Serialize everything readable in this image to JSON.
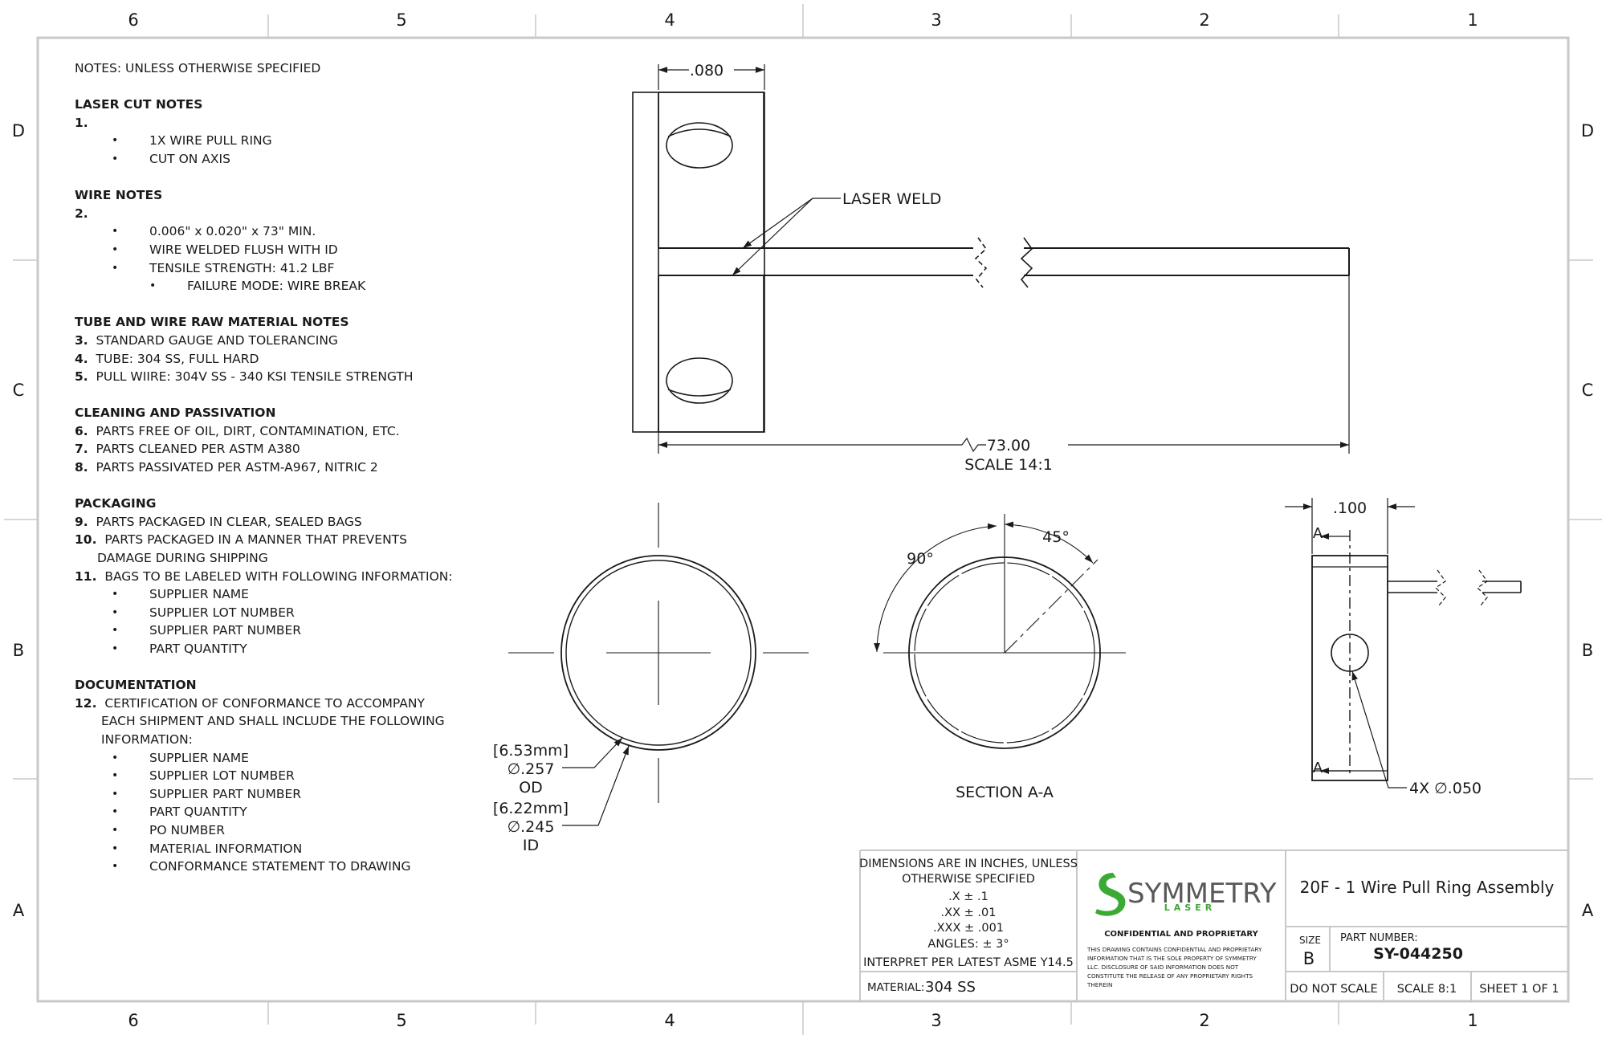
{
  "zones": {
    "columns": [
      "6",
      "5",
      "4",
      "3",
      "2",
      "1"
    ],
    "rows": [
      "D",
      "C",
      "B",
      "A"
    ]
  },
  "notes": {
    "title": "NOTES: UNLESS OTHERWISE SPECIFIED",
    "laser_cut": {
      "heading": "LASER CUT NOTES",
      "num": "1.",
      "items": [
        "1X WIRE PULL RING",
        "CUT ON AXIS"
      ]
    },
    "wire": {
      "heading": "WIRE NOTES",
      "num": "2.",
      "items": [
        "0.006\" x 0.020\" x 73\" MIN.",
        "WIRE WELDED FLUSH WITH ID",
        "TENSILE STRENGTH: 41.2 LBF"
      ],
      "subitem": "FAILURE MODE: WIRE BREAK"
    },
    "raw_material": {
      "heading": "TUBE AND WIRE RAW MATERIAL NOTES",
      "items": [
        {
          "num": "3.",
          "text": "STANDARD GAUGE AND TOLERANCING"
        },
        {
          "num": "4.",
          "text": "TUBE: 304 SS, FULL HARD"
        },
        {
          "num": "5.",
          "text": "PULL WIIRE:  304V SS - 340 KSI TENSILE STRENGTH"
        }
      ]
    },
    "cleaning": {
      "heading": "CLEANING AND PASSIVATION",
      "items": [
        {
          "num": "6.",
          "text": "PARTS FREE OF OIL, DIRT, CONTAMINATION, ETC."
        },
        {
          "num": "7.",
          "text": "PARTS CLEANED PER ASTM A380"
        },
        {
          "num": "8.",
          "text": "PARTS PASSIVATED PER ASTM-A967,  NITRIC 2"
        }
      ]
    },
    "packaging": {
      "heading": "PACKAGING",
      "n9": "9.",
      "t9": "PARTS PACKAGED IN CLEAR, SEALED BAGS",
      "n10": "10.",
      "t10a": "PARTS PACKAGED IN A MANNER THAT PREVENTS",
      "t10b": "DAMAGE DURING SHIPPING",
      "n11": "11.",
      "t11": "BAGS TO BE LABELED WITH FOLLOWING INFORMATION:",
      "items": [
        "SUPPLIER NAME",
        "SUPPLIER LOT NUMBER",
        "SUPPLIER PART NUMBER",
        "PART QUANTITY"
      ]
    },
    "documentation": {
      "heading": "DOCUMENTATION",
      "n12": "12.",
      "t12a": "CERTIFICATION OF CONFORMANCE TO ACCOMPANY",
      "t12b": "EACH SHIPMENT AND SHALL INCLUDE THE FOLLOWING",
      "t12c": "INFORMATION:",
      "items": [
        "SUPPLIER NAME",
        "SUPPLIER LOT NUMBER",
        "SUPPLIER PART NUMBER",
        "PART QUANTITY",
        "PO NUMBER",
        "MATERIAL INFORMATION",
        "CONFORMANCE STATEMENT TO DRAWING"
      ]
    }
  },
  "top_view": {
    "dim_width": ".080",
    "weld_label": "LASER WELD",
    "dim_length": "73.00",
    "scale": "SCALE 14:1"
  },
  "end_view": {
    "od_mm": "[6.53mm]",
    "od_val": "∅.257",
    "od_label": "OD",
    "id_mm": "[6.22mm]",
    "id_val": "∅.245",
    "id_label": "ID"
  },
  "section_view": {
    "angle_a": "90°",
    "angle_b": "45°",
    "label": "SECTION A-A"
  },
  "side_view": {
    "dim_width": ".100",
    "section_mark": "A",
    "hole_callout": "4X ∅.050"
  },
  "title_block": {
    "tolerance": [
      "DIMENSIONS ARE IN INCHES, UNLESS",
      "OTHERWISE SPECIFIED",
      ".X ± .1",
      ".XX ± .01",
      ".XXX ± .001",
      "ANGLES: ± 3°",
      "INTERPRET PER LATEST ASME Y14.5"
    ],
    "material_label": "MATERIAL:",
    "material_value": "304 SS",
    "logo_name": "SYMMETRY",
    "logo_sub": "LASER",
    "confidential_heading": "CONFIDENTIAL AND PROPRIETARY",
    "confidential_text": [
      "THIS DRAWING CONTAINS CONFIDENTIAL AND PROPRIETARY",
      "INFORMATION THAT IS THE SOLE PROPERTY OF SYMMETRY",
      "LLC. DISCLOSURE OF SAID INFORMATION DOES NOT",
      "CONSTITUTE THE RELEASE OF ANY PROPRIETARY RIGHTS",
      "THEREIN"
    ],
    "drawing_title": "20F - 1 Wire Pull Ring Assembly",
    "size_label": "SIZE",
    "size_value": "B",
    "part_number_label": "PART NUMBER:",
    "part_number": "SY-044250",
    "do_not_scale": "DO NOT SCALE",
    "scale": "SCALE 8:1",
    "sheet": "SHEET 1 OF 1"
  },
  "colors": {
    "line": "#1a1a1a",
    "border": "#c8c8c8",
    "logo_green": "#3aaa35",
    "logo_gray": "#595959"
  }
}
